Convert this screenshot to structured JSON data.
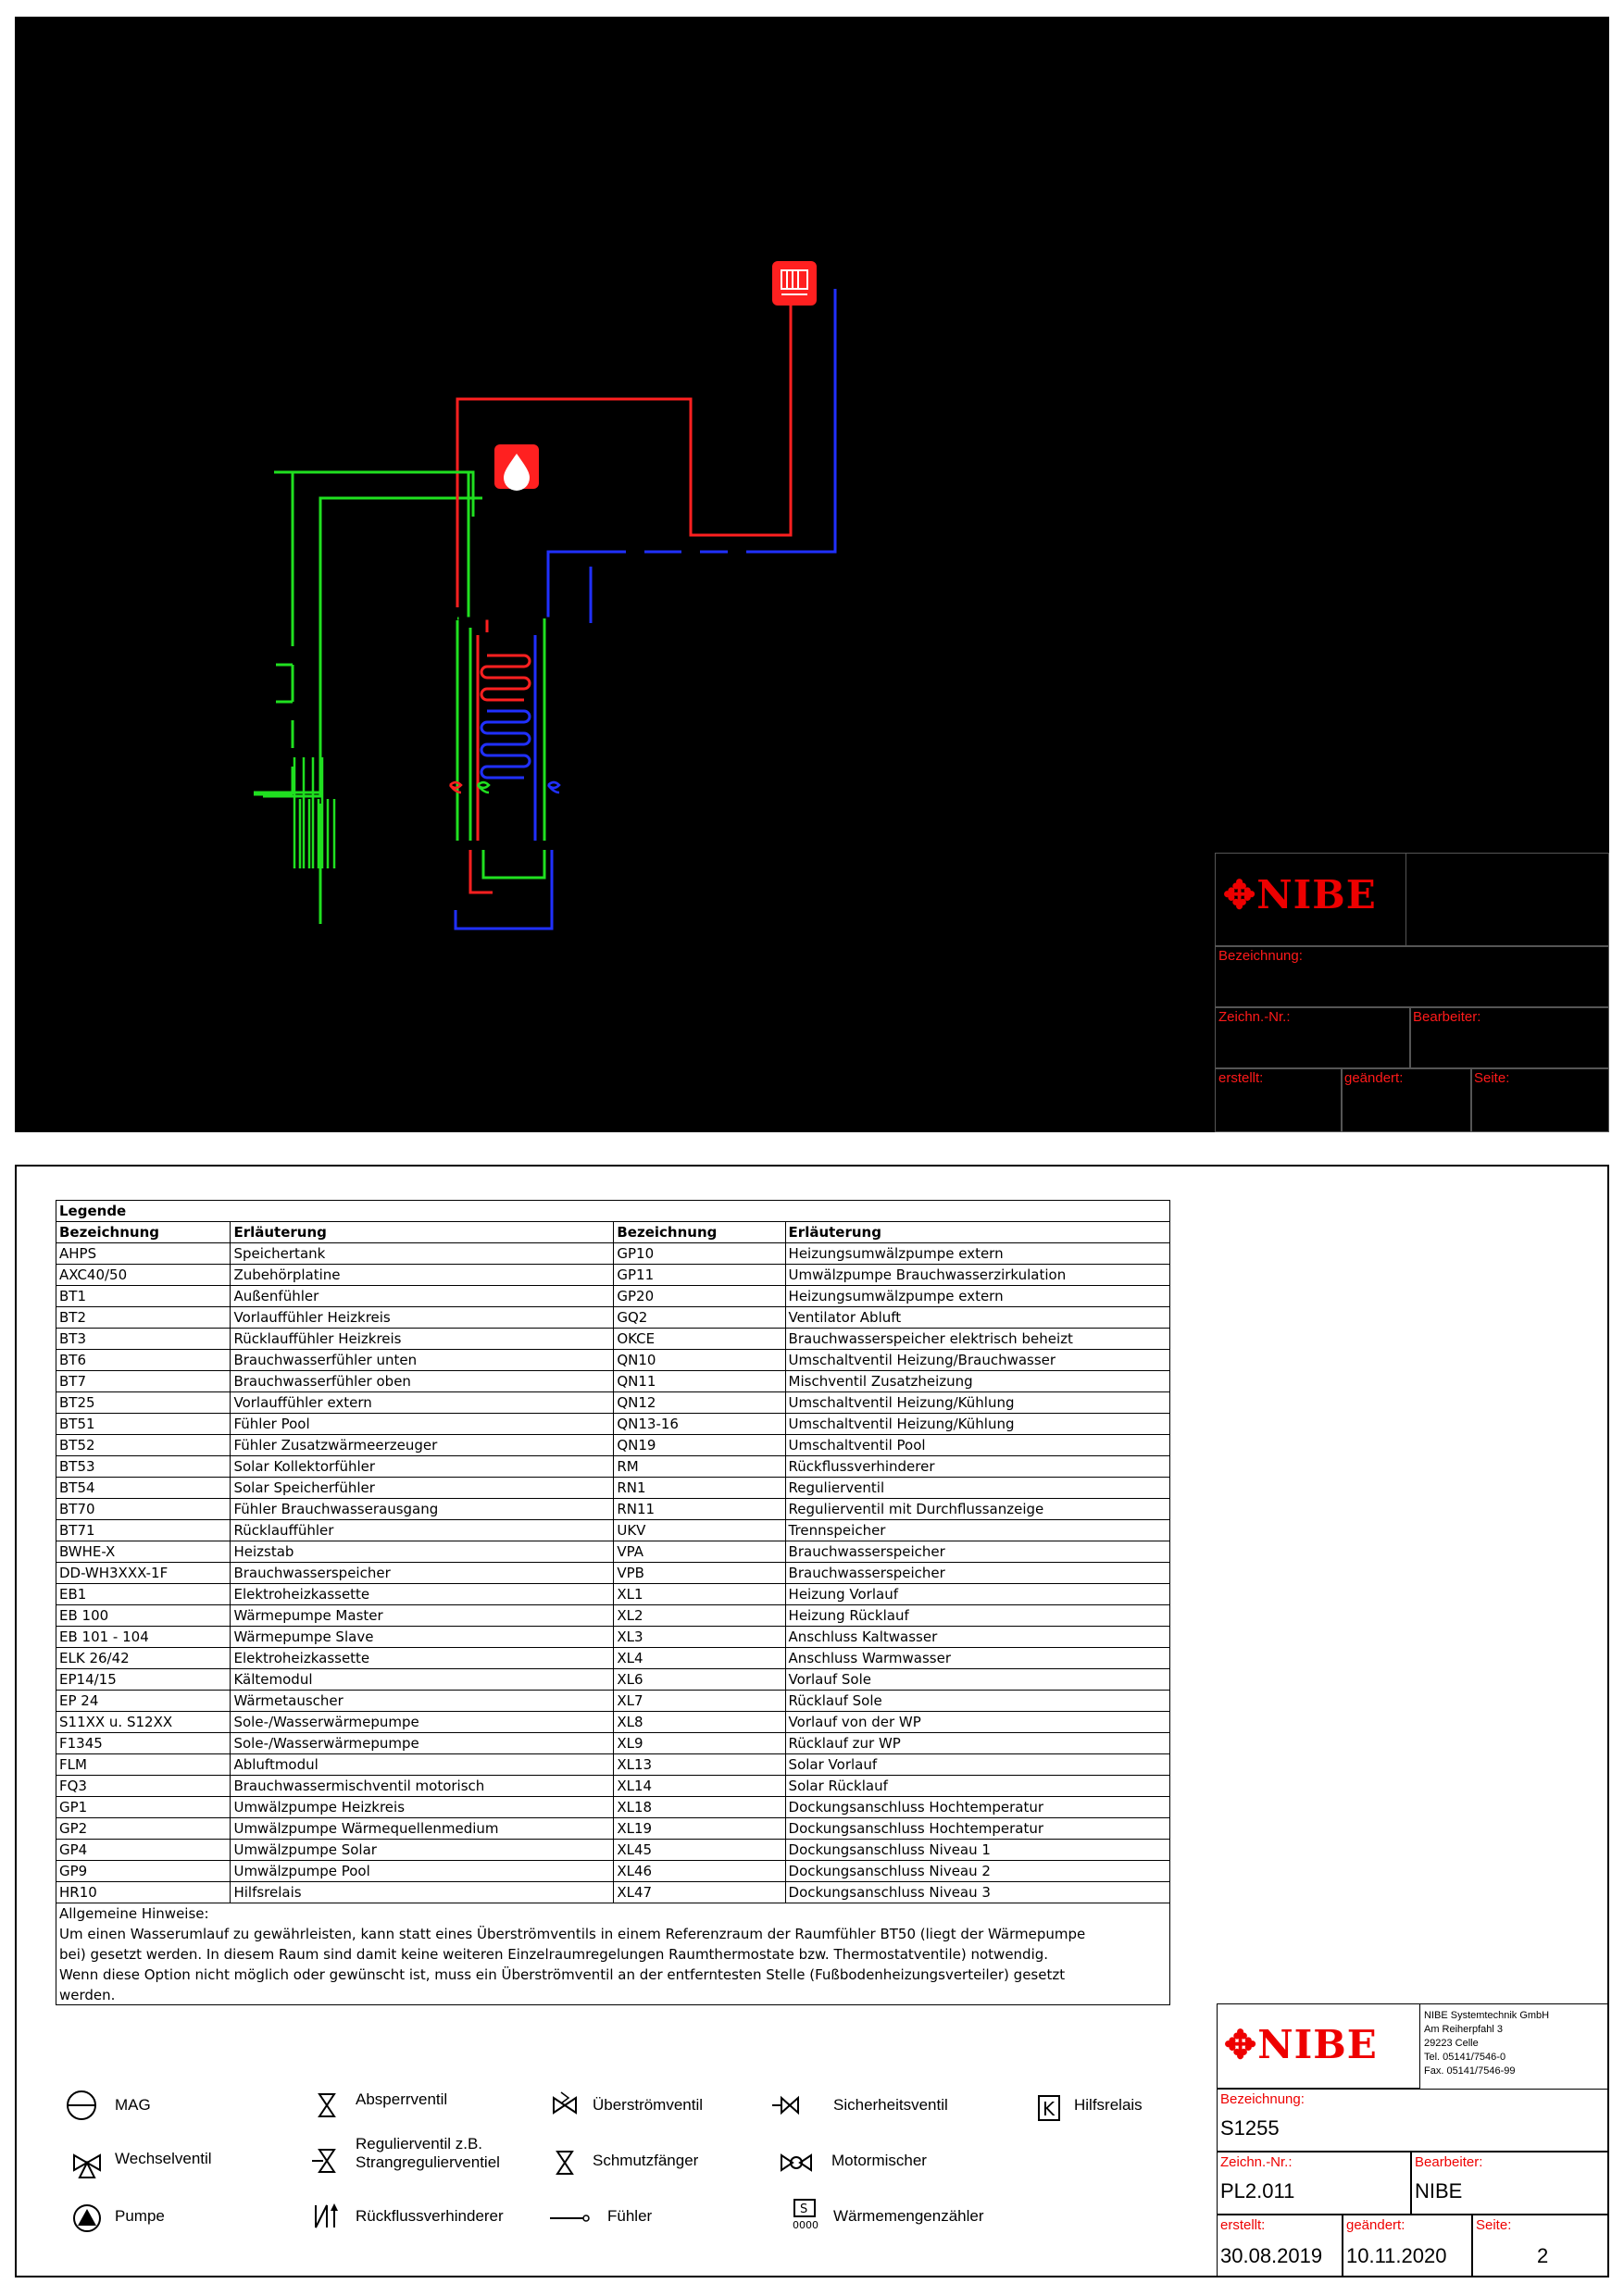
{
  "drawing_title_block": {
    "logo": "NIBE",
    "bezeichnung_label": "Bezeichnung:",
    "zeichn_label": "Zeichn.-Nr.:",
    "bearbeiter_label": "Bearbeiter:",
    "erstellt_label": "erstellt:",
    "geaendert_label": "geändert:",
    "seite_label": "Seite:"
  },
  "legend": {
    "title": "Legende",
    "headers": [
      "Bezeichnung",
      "Erläuterung",
      "Bezeichnung",
      "Erläuterung"
    ],
    "rows": [
      [
        "AHPS",
        "Speichertank",
        "GP10",
        "Heizungsumwälzpumpe extern"
      ],
      [
        "AXC40/50",
        "Zubehörplatine",
        "GP11",
        "Umwälzpumpe Brauchwasserzirkulation"
      ],
      [
        "BT1",
        "Außenfühler",
        "GP20",
        "Heizungsumwälzpumpe extern"
      ],
      [
        "BT2",
        "Vorlauffühler Heizkreis",
        "GQ2",
        "Ventilator Abluft"
      ],
      [
        "BT3",
        "Rücklauffühler Heizkreis",
        "OKCE",
        "Brauchwasserspeicher elektrisch beheizt"
      ],
      [
        "BT6",
        "Brauchwasserfühler unten",
        "QN10",
        "Umschaltventil Heizung/Brauchwasser"
      ],
      [
        "BT7",
        "Brauchwasserfühler oben",
        "QN11",
        "Mischventil Zusatzheizung"
      ],
      [
        "BT25",
        "Vorlauffühler extern",
        "QN12",
        "Umschaltventil Heizung/Kühlung"
      ],
      [
        "BT51",
        "Fühler Pool",
        "QN13-16",
        "Umschaltventil Heizung/Kühlung"
      ],
      [
        "BT52",
        "Fühler Zusatzwärmeerzeuger",
        "QN19",
        "Umschaltventil Pool"
      ],
      [
        "BT53",
        "Solar Kollektorfühler",
        "RM",
        "Rückflussverhinderer"
      ],
      [
        "BT54",
        "Solar Speicherfühler",
        "RN1",
        "Regulierventil"
      ],
      [
        "BT70",
        "Fühler Brauchwasserausgang",
        "RN11",
        "Regulierventil mit Durchflussanzeige"
      ],
      [
        "BT71",
        "Rücklauffühler",
        "UKV",
        "Trennspeicher"
      ],
      [
        "BWHE-X",
        "Heizstab",
        "VPA",
        "Brauchwasserspeicher"
      ],
      [
        "DD-WH3XXX-1F",
        "Brauchwasserspeicher",
        "VPB",
        "Brauchwasserspeicher"
      ],
      [
        "EB1",
        "Elektroheizkassette",
        "XL1",
        "Heizung Vorlauf"
      ],
      [
        "EB 100",
        "Wärmepumpe Master",
        "XL2",
        "Heizung Rücklauf"
      ],
      [
        "EB 101 - 104",
        "Wärmepumpe Slave",
        "XL3",
        "Anschluss Kaltwasser"
      ],
      [
        "ELK 26/42",
        "Elektroheizkassette",
        "XL4",
        "Anschluss Warmwasser"
      ],
      [
        "EP14/15",
        "Kältemodul",
        "XL6",
        "Vorlauf Sole"
      ],
      [
        "EP 24",
        "Wärmetauscher",
        "XL7",
        "Rücklauf Sole"
      ],
      [
        "S11XX u. S12XX",
        "Sole-/Wasserwärmepumpe",
        "XL8",
        "Vorlauf von der WP"
      ],
      [
        "F1345",
        "Sole-/Wasserwärmepumpe",
        "XL9",
        "Rücklauf zur WP"
      ],
      [
        "FLM",
        "Abluftmodul",
        "XL13",
        "Solar Vorlauf"
      ],
      [
        "FQ3",
        "Brauchwassermischventil motorisch",
        "XL14",
        "Solar Rücklauf"
      ],
      [
        "GP1",
        "Umwälzpumpe Heizkreis",
        "XL18",
        "Dockungsanschluss Hochtemperatur"
      ],
      [
        "GP2",
        "Umwälzpumpe Wärmequellenmedium",
        "XL19",
        "Dockungsanschluss Hochtemperatur"
      ],
      [
        "GP4",
        "Umwälzpumpe Solar",
        "XL45",
        "Dockungsanschluss Niveau 1"
      ],
      [
        "GP9",
        "Umwälzpumpe Pool",
        "XL46",
        "Dockungsanschluss Niveau 2"
      ],
      [
        "HR10",
        "Hilfsrelais",
        "XL47",
        "Dockungsanschluss Niveau 3"
      ]
    ]
  },
  "hinweise": {
    "title": "Allgemeine Hinweise:",
    "lines": [
      "Um einen Wasserumlauf zu gewährleisten, kann statt eines Überströmventils in einem Referenzraum der Raumfühler BT50 (liegt der Wärmepumpe",
      "bei) gesetzt werden. In diesem Raum sind damit keine weiteren Einzelraumregelungen Raumthermostate bzw. Thermostatventile) notwendig.",
      "Wenn diese Option nicht möglich oder gewünscht ist, muss ein Überströmventil an der entferntesten Stelle (Fußbodenheizungsverteiler) gesetzt",
      "werden."
    ]
  },
  "symbols": [
    {
      "icon": "mag-icon",
      "label": "MAG"
    },
    {
      "icon": "absperrventil-icon",
      "label": "Absperrventil"
    },
    {
      "icon": "ueberstroemventil-icon",
      "label": "Überströmventil"
    },
    {
      "icon": "sicherheitsventil-icon",
      "label": "Sicherheitsventil"
    },
    {
      "icon": "hilfsrelais-icon",
      "label": "Hilfsrelais"
    },
    {
      "icon": "wechselventil-icon",
      "label": "Wechselventil"
    },
    {
      "icon": "regulierventil-icon",
      "label": "Regulierventil z.B.\nStrangregulierventiel"
    },
    {
      "icon": "schmutzfaenger-icon",
      "label": "Schmutzfänger"
    },
    {
      "icon": "motormischer-icon",
      "label": "Motormischer"
    },
    {
      "icon": "pumpe-icon",
      "label": "Pumpe"
    },
    {
      "icon": "rueckflussverhinderer-icon",
      "label": "Rückflussverhinderer"
    },
    {
      "icon": "fuehler-icon",
      "label": "Fühler"
    },
    {
      "icon": "waermemengenzaehler-icon",
      "label": "Wärmemengenzähler"
    }
  ],
  "title_block": {
    "logo": "NIBE",
    "company": "NIBE Systemtechnik GmbH",
    "street": "Am Reiherpfahl 3",
    "city": "29223 Celle",
    "tel": "Tel. 05141/7546-0",
    "fax": "Fax. 05141/7546-99",
    "bezeichnung_label": "Bezeichnung:",
    "bezeichnung": "S1255",
    "zeichn_label": "Zeichn.-Nr.:",
    "zeichn_nr": "PL2.011",
    "bearbeiter_label": "Bearbeiter:",
    "bearbeiter": "NIBE",
    "erstellt_label": "erstellt:",
    "erstellt": "30.08.2019",
    "geaendert_label": "geändert:",
    "geaendert": "10.11.2020",
    "seite_label": "Seite:",
    "seite": "2"
  },
  "colors": {
    "flow": "#ff2020",
    "return": "#2030ff",
    "brine": "#20e020",
    "brand": "#e00000"
  }
}
